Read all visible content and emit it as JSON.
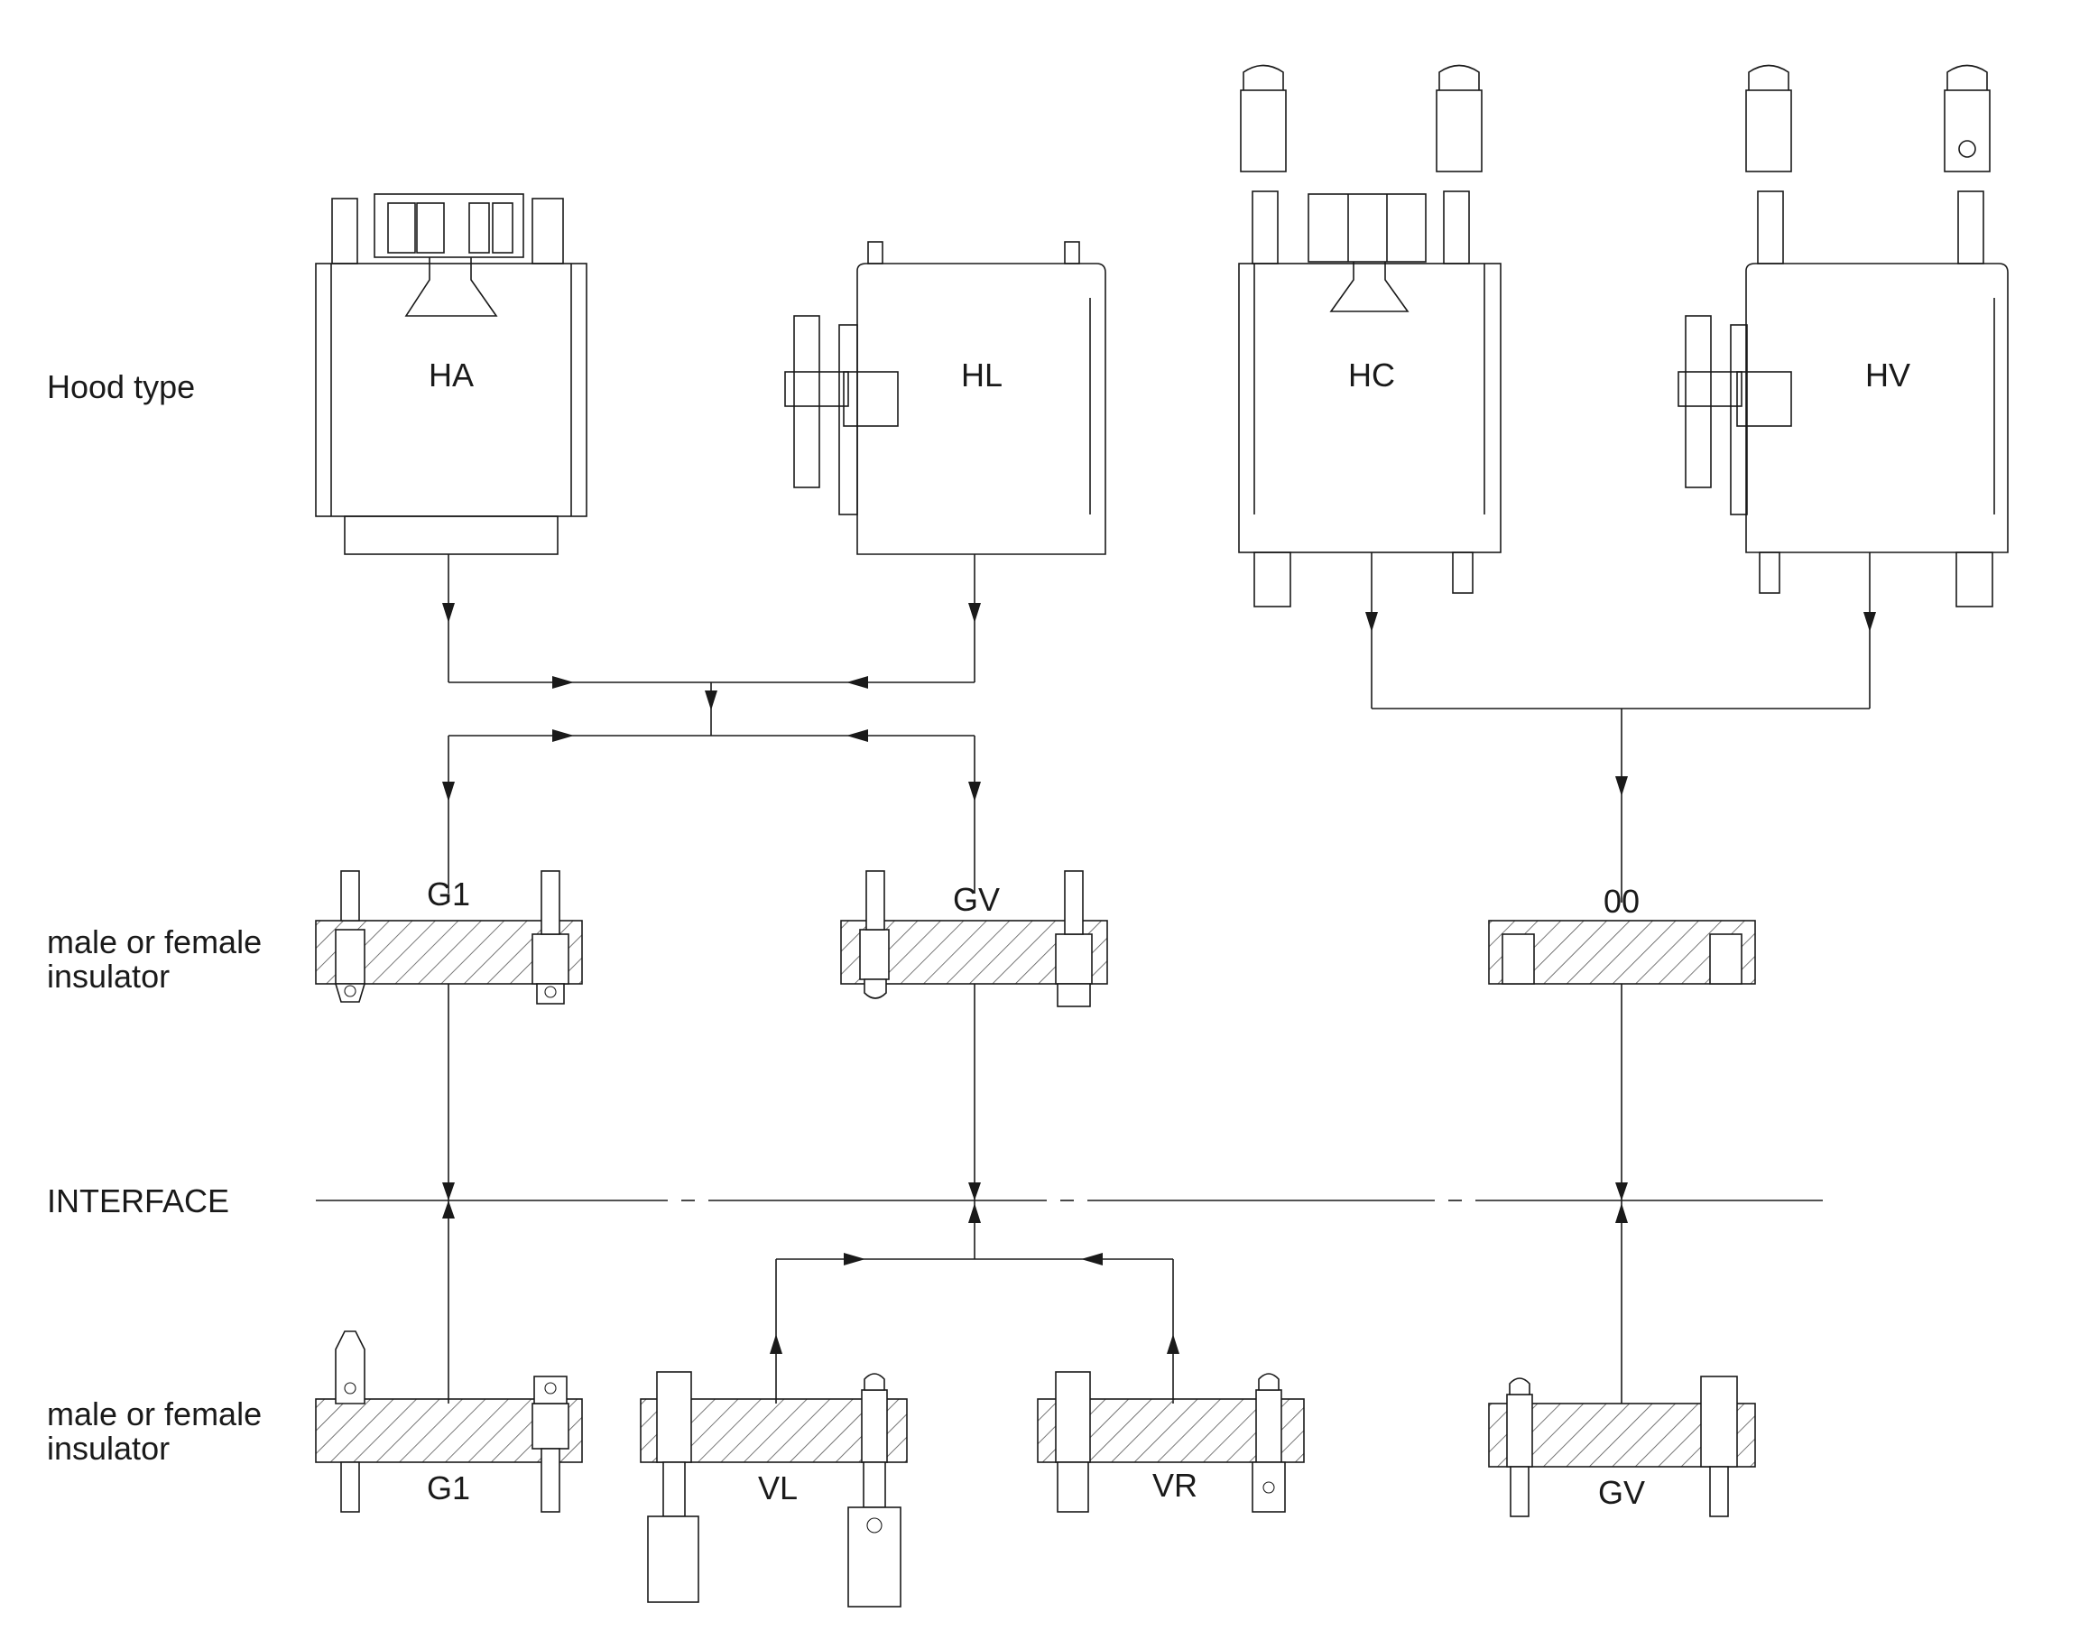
{
  "row_labels": {
    "hood": "Hood type",
    "upper_insulator": "male or female\ninsulator",
    "interface": "INTERFACE",
    "lower_insulator": "male or female\ninsulator"
  },
  "hoods": [
    "HA",
    "HL",
    "HC",
    "HV"
  ],
  "upper_insulators": [
    "G1",
    "GV",
    "00"
  ],
  "lower_insulators": [
    "G1",
    "VL",
    "VR",
    "GV"
  ],
  "colors": {
    "line": "#1a1a1a",
    "background": "#ffffff",
    "hatch": "#555555"
  }
}
